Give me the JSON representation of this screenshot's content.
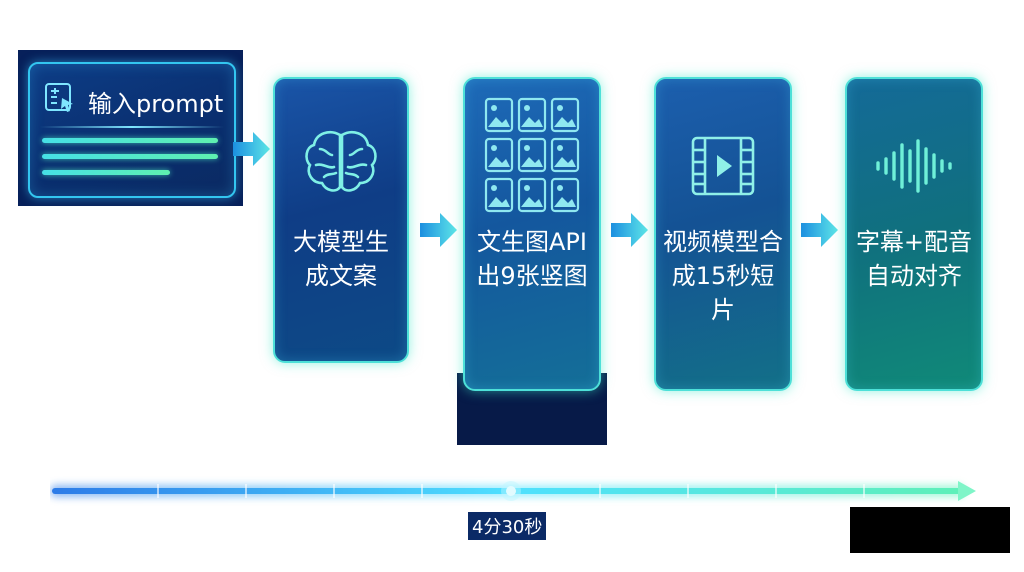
{
  "prompt": {
    "title": "输入prompt"
  },
  "steps": [
    {
      "line1": "大模型生",
      "line2": "成文案",
      "icon": "brain-icon"
    },
    {
      "line1": "文生图API",
      "line2": "出9张竖图",
      "icon": "image-grid-icon"
    },
    {
      "line1": "视频模型合",
      "line2": "成15秒短片",
      "icon": "film-play-icon"
    },
    {
      "line1": "字幕+配音",
      "line2": "自动对齐",
      "icon": "sound-wave-icon"
    }
  ],
  "timeline": {
    "label": "4分30秒"
  },
  "colors": {
    "accent_cyan": "#4de0d8",
    "accent_green": "#5ff0b0",
    "card_blue": "#0d3f8c",
    "card_green": "#0f6a7a"
  }
}
